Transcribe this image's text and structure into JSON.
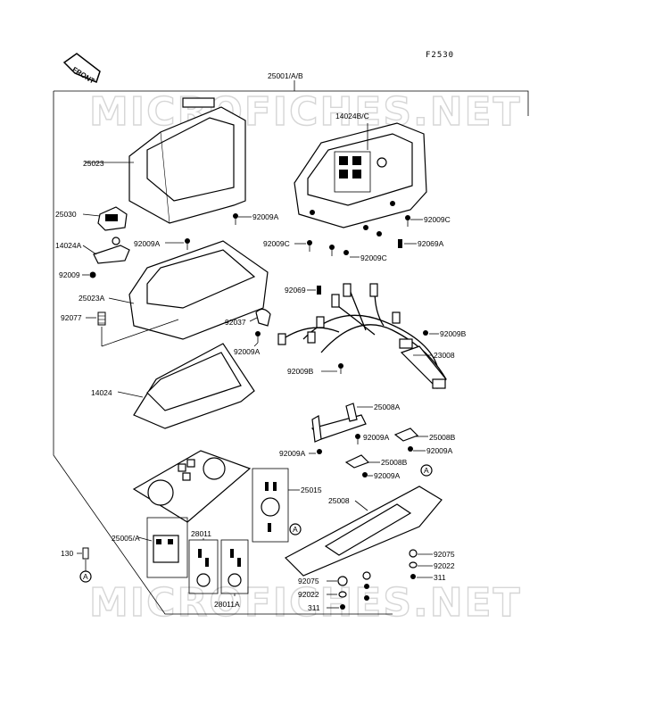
{
  "diagram": {
    "code": "F2530",
    "front_label": "FRONT",
    "watermark": "MICROFICHES.NET",
    "labels": {
      "assembly": "25001/A/B",
      "l14024bc": "14024B/C",
      "l25023": "25023",
      "l25030": "25030",
      "l92009a_1": "92009A",
      "l92009c_1": "92009C",
      "l14024a": "14024A",
      "l92009a_2": "92009A",
      "l92009c_2": "92009C",
      "l92069a": "92069A",
      "l92009_1": "92009",
      "l92009c_3": "92009C",
      "l25023a": "25023A",
      "l92069": "92069",
      "l92077": "92077",
      "l92037": "92037",
      "l92009b_1": "92009B",
      "l92009a_3": "92009A",
      "l23008": "23008",
      "l92009b_2": "92009B",
      "l14024": "14024",
      "l25008a": "25008A",
      "l92009a_4": "92009A",
      "l25008b_1": "25008B",
      "l92009a_5": "92009A",
      "l92009a_6": "92009A",
      "l25008b_2": "25008B",
      "l92009a_7": "92009A",
      "l25015": "25015",
      "l25008": "25008",
      "l25005a": "25005/A",
      "l28011": "28011",
      "l92075_1": "92075",
      "l92022_1": "92022",
      "l311_1": "311",
      "l130": "130",
      "l92075_2": "92075",
      "l92022_2": "92022",
      "l311_2": "311",
      "l28011a": "28011A",
      "ref_a1": "A",
      "ref_a2": "A",
      "ref_a3": "A"
    }
  }
}
